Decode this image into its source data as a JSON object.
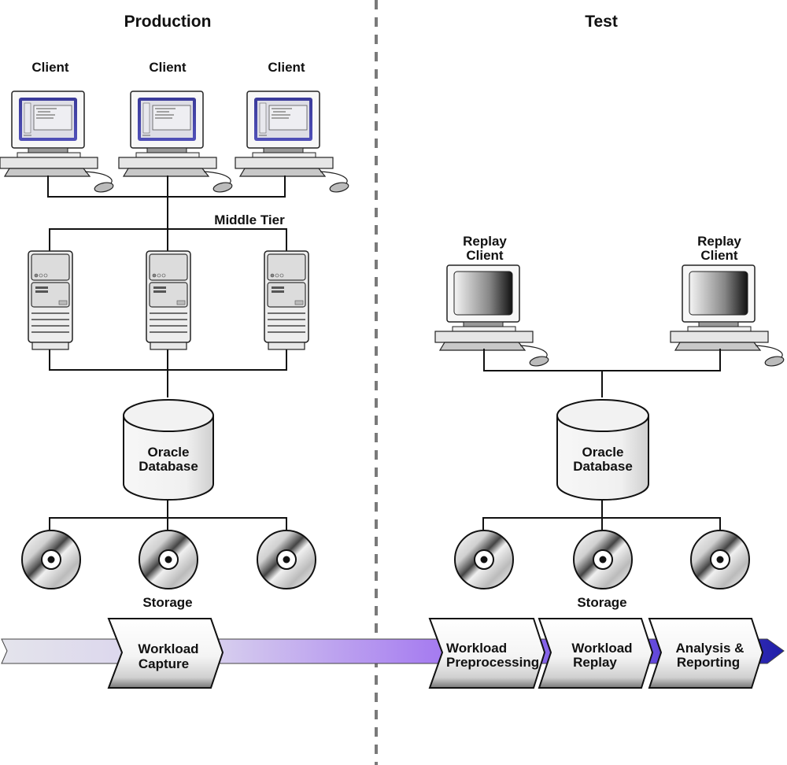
{
  "sections": {
    "production": {
      "title": "Production"
    },
    "test": {
      "title": "Test"
    }
  },
  "production": {
    "clients": [
      {
        "label": "Client"
      },
      {
        "label": "Client"
      },
      {
        "label": "Client"
      }
    ],
    "middle_tier_label": "Middle Tier",
    "database": {
      "line1": "Oracle",
      "line2": "Database"
    },
    "storage_label": "Storage",
    "storage_count": 3
  },
  "test": {
    "replay_clients": [
      {
        "line1": "Replay",
        "line2": "Client"
      },
      {
        "line1": "Replay",
        "line2": "Client"
      }
    ],
    "database": {
      "line1": "Oracle",
      "line2": "Database"
    },
    "storage_label": "Storage",
    "storage_count": 3
  },
  "workflow": {
    "steps": [
      {
        "line1": "Workload",
        "line2": "Capture"
      },
      {
        "line1": "Workload",
        "line2": "Preprocessing"
      },
      {
        "line1": "Workload",
        "line2": "Replay"
      },
      {
        "line1": "Analysis &",
        "line2": "Reporting"
      }
    ],
    "arrow_colors": {
      "start": "#e4e4ec",
      "mid": "#a77ef0",
      "end": "#1f1fa8"
    }
  }
}
